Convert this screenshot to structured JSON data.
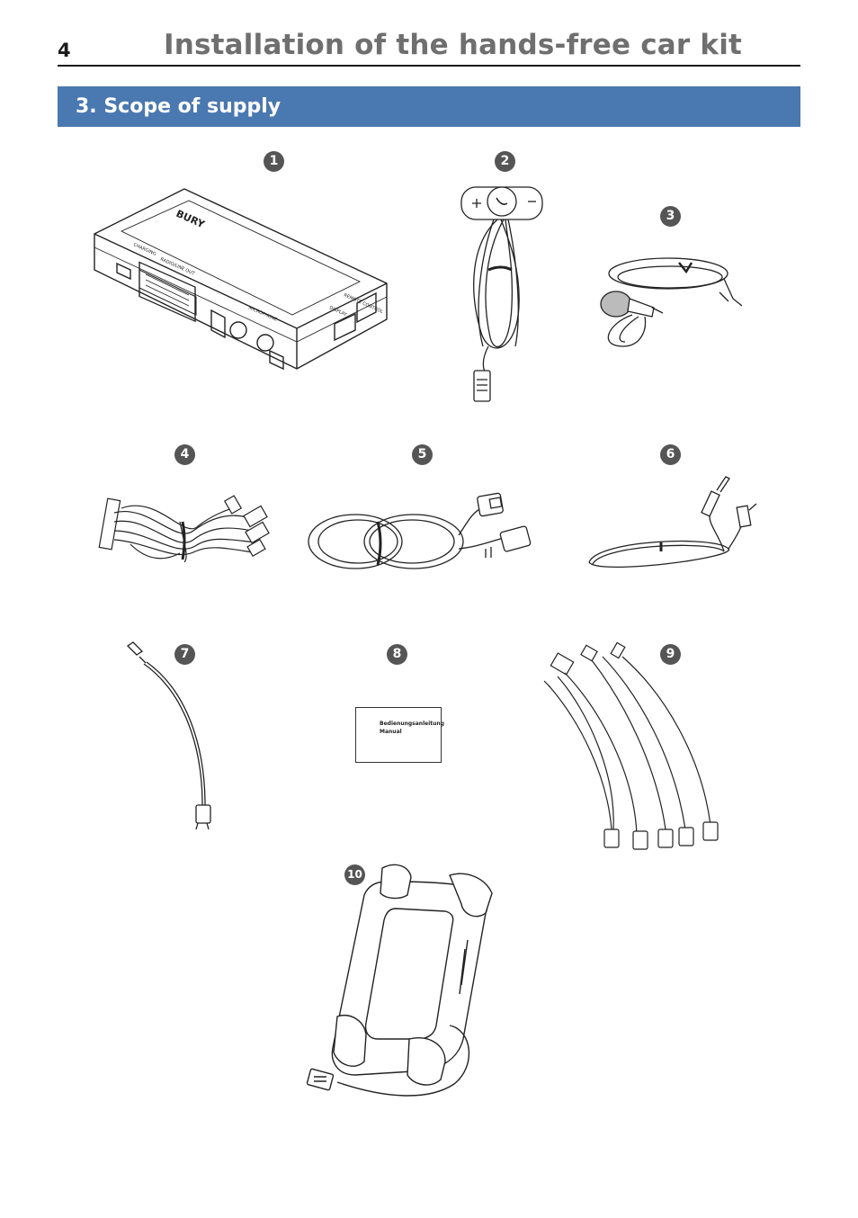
{
  "header": {
    "page_number": "4",
    "title": "Installation of the hands-free car kit"
  },
  "section": {
    "heading": "3. Scope of supply"
  },
  "items": [
    {
      "number": "1"
    },
    {
      "number": "2"
    },
    {
      "number": "3"
    },
    {
      "number": "4"
    },
    {
      "number": "5"
    },
    {
      "number": "6"
    },
    {
      "number": "7"
    },
    {
      "number": "8"
    },
    {
      "number": "9"
    },
    {
      "number": "10"
    }
  ],
  "main_unit_labels": {
    "brand": "BURY",
    "charging": "CHARGING",
    "radio": "RADIO/LINE OUT",
    "microphone": "MICROPHONE",
    "display": "DISPLAY",
    "remote": "REMOTE CONTROL"
  },
  "manual": {
    "line1": "Bedienungsanleitung",
    "line2": "Manual"
  }
}
